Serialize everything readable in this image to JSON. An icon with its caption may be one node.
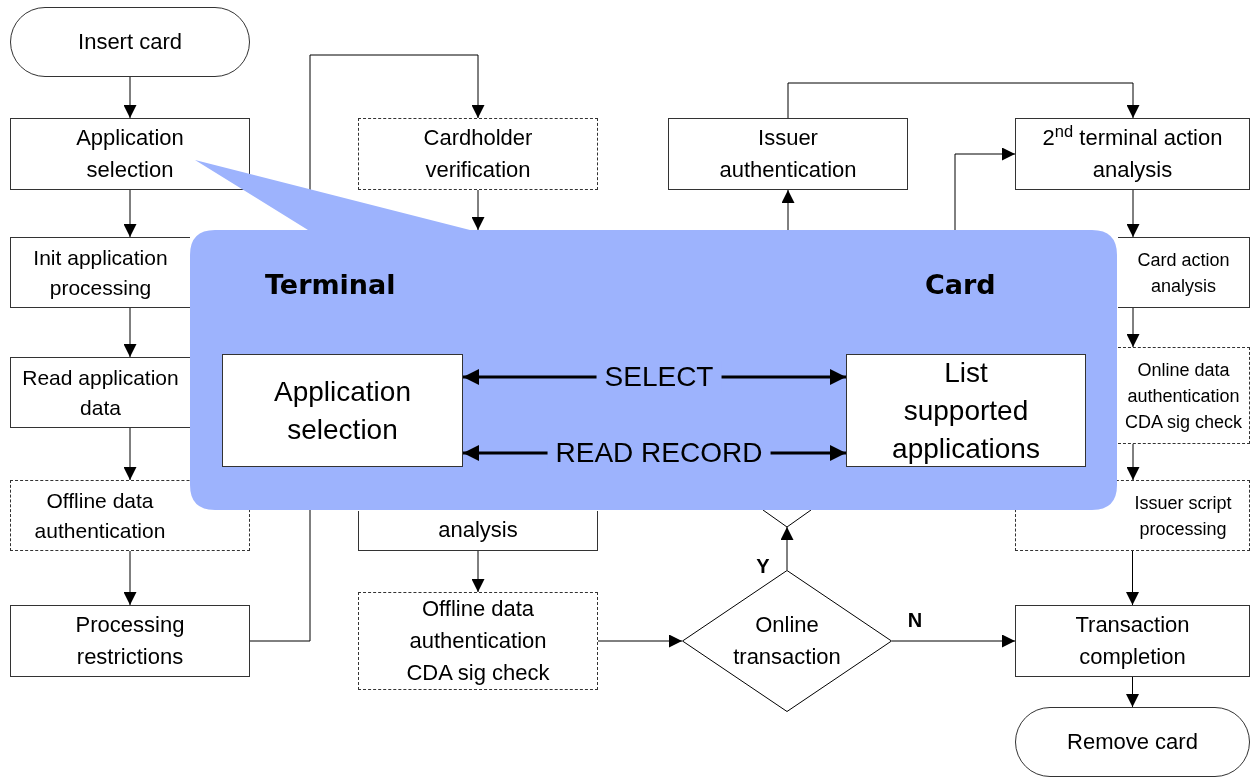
{
  "diagram": {
    "nodes": [
      {
        "text": [
          "Insert card"
        ]
      },
      {
        "text": [
          "Application selection"
        ]
      },
      {
        "text": [
          "Init application processing"
        ]
      },
      {
        "text": [
          "Read application data"
        ]
      },
      {
        "text": [
          "Offline data authentication"
        ]
      },
      {
        "text": [
          "Processing restrictions"
        ]
      },
      {
        "text": [
          "Cardholder verification"
        ]
      },
      {
        "text": [
          "analysis"
        ]
      },
      {
        "text": [
          "Offline data authentication CDA sig check"
        ]
      },
      {
        "text": [
          "Issuer authentication"
        ]
      },
      {
        "text": [
          "2$^{nd}$ terminal action analysis"
        ]
      },
      {
        "text": [
          "Card action analysis"
        ]
      },
      {
        "text": [
          "Online data authentication CDA sig check"
        ]
      },
      {
        "text": [
          "Issuer script processing"
        ]
      },
      {
        "text": [
          "Online transaction"
        ]
      },
      {
        "text": [
          "Transaction completion"
        ]
      },
      {
        "text": [
          "Remove card"
        ]
      },
      {
        "text": [
          "Terminal",
          "Card"
        ]
      },
      {
        "text": [
          "Application selection"
        ],
        "in": 17
      },
      {
        "text": [
          "List supported applications"
        ],
        "in": 17
      }
    ],
    "edges": [
      {
        "from": 0,
        "to": 1,
        "arrow": "to"
      },
      {
        "from": 1,
        "to": 2,
        "arrow": "to"
      },
      {
        "from": 2,
        "to": 3,
        "arrow": "to"
      },
      {
        "from": 3,
        "to": 4,
        "arrow": "to"
      },
      {
        "from": 4,
        "to": 5,
        "arrow": "to"
      },
      {
        "from": 5,
        "to": 6,
        "arrow": "to"
      },
      {
        "from": 6,
        "to": 17,
        "arrow": "to"
      },
      {
        "from": 7,
        "to": 8,
        "arrow": "to"
      },
      {
        "from": 8,
        "to": 14,
        "arrow": "to"
      },
      {
        "from": 14,
        "to": 15,
        "arrow": "to",
        "label": "N"
      },
      {
        "from": 14,
        "to": 17,
        "arrow": "to",
        "label": "Y"
      },
      {
        "from": 17,
        "to": 9,
        "arrow": "to"
      },
      {
        "from": 9,
        "to": 10,
        "arrow": "to"
      },
      {
        "from": 17,
        "to": 10,
        "arrow": "to"
      },
      {
        "from": 10,
        "to": 11,
        "arrow": "to"
      },
      {
        "from": 11,
        "to": 12,
        "arrow": "to"
      },
      {
        "from": 12,
        "to": 13,
        "arrow": "to"
      },
      {
        "from": 13,
        "to": 15,
        "arrow": "to"
      },
      {
        "from": 15,
        "to": 16,
        "arrow": "to"
      },
      {
        "from": 18,
        "to": 19,
        "arrow": "both",
        "label": "SELECT",
        "style": "thick"
      },
      {
        "from": 18,
        "to": 19,
        "arrow": "both",
        "label": "READ RECORD",
        "style": "thick"
      }
    ]
  }
}
